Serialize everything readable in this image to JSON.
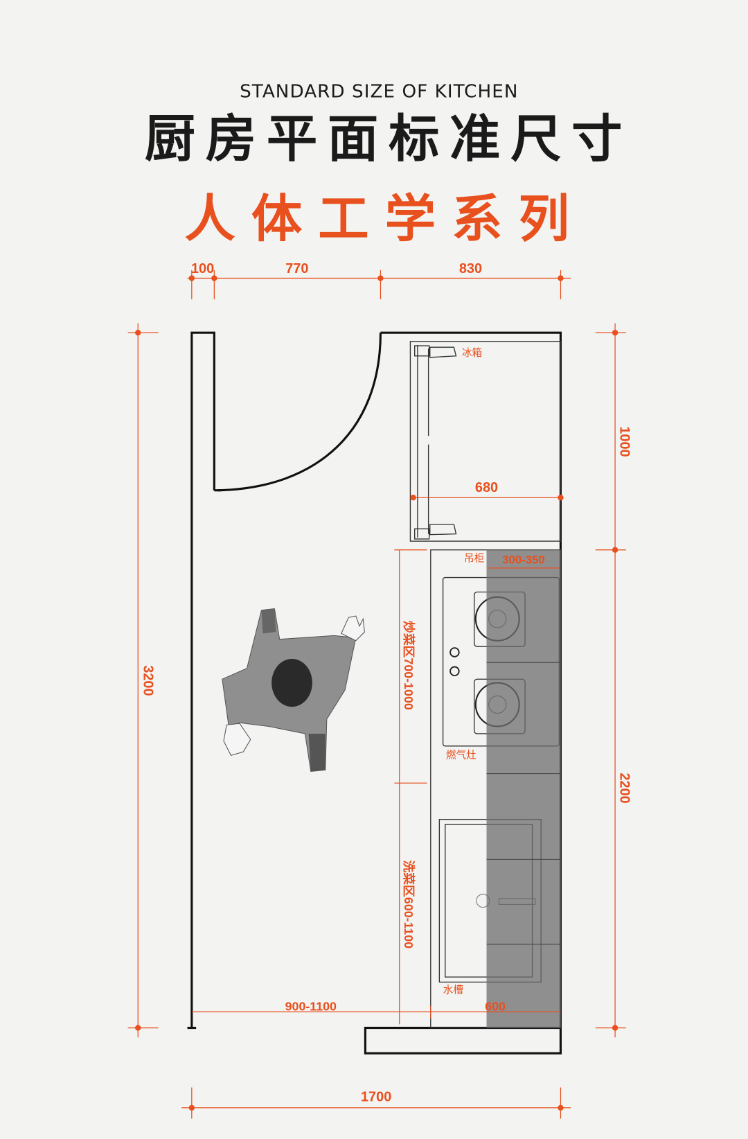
{
  "header": {
    "subtitle_en": "STANDARD SIZE OF KITCHEN",
    "title_cn": "厨房平面标准尺寸",
    "series_cn": "人体工学系列"
  },
  "colors": {
    "accent": "#e8501e",
    "wall": "#111111",
    "upper_cabinet": "#8a8a8a",
    "background": "#f3f3f2"
  },
  "dimensions": {
    "top": [
      "100",
      "770",
      "830"
    ],
    "fridge_width": "680",
    "right_upper": "1000",
    "right_lower": "2200",
    "left_total": "3200",
    "cooking_zone": "炒菜区700-1000",
    "washing_zone": "洗菜区600-1100",
    "aisle": "900-1100",
    "counter_depth": "600",
    "upper_cabinet_depth": "300-350",
    "total_width": "1700"
  },
  "labels": {
    "fridge": "冰箱",
    "upper_cabinet": "吊柜",
    "gas_stove": "燃气灶",
    "sink": "水槽"
  }
}
